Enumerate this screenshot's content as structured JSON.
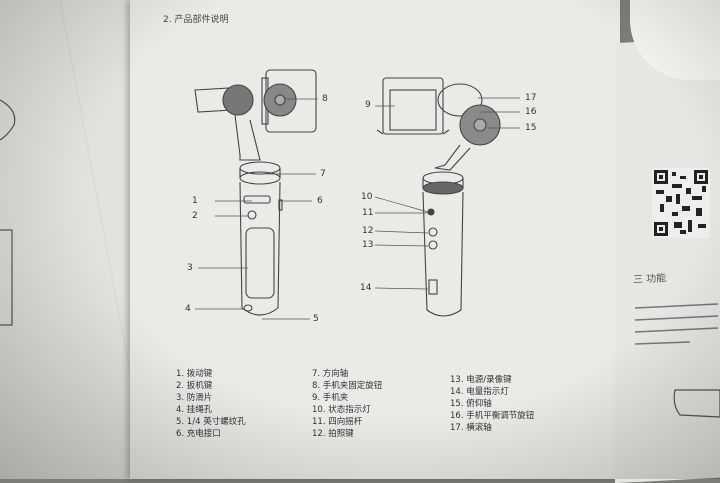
{
  "section_title": "2. 产品部件说明",
  "callouts": [
    "1",
    "2",
    "3",
    "4",
    "5",
    "6",
    "7",
    "8",
    "9",
    "10",
    "11",
    "12",
    "13",
    "14",
    "15",
    "16",
    "17"
  ],
  "parts_col1": [
    "1. 拨动键",
    "2. 扳机键",
    "3. 防滑片",
    "4. 挂绳孔",
    "5. 1/4 英寸螺纹孔",
    "6. 充电接口"
  ],
  "parts_col2": [
    "7. 方向轴",
    "8. 手机夹固定旋钮",
    "9. 手机夹",
    "10. 状态指示灯",
    "11. 四向摇杆",
    "12. 拍照键"
  ],
  "parts_col3": [
    "13. 电源/录像键",
    "14. 电量指示灯",
    "15. 俯仰轴",
    "16. 手机平衡调节旋钮",
    "17. 横滚轴"
  ],
  "right_page_heading": "三 功能",
  "colors": {
    "paper": "#ebeae6",
    "table": "#7d7c78",
    "ink": "#3a3a3a"
  }
}
